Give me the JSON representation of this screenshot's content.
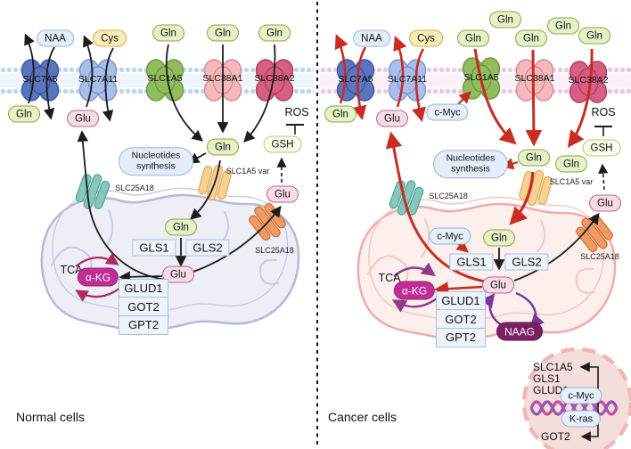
{
  "captions": {
    "normal": "Normal cells",
    "cancer": "Cancer cells"
  },
  "molecules": {
    "gln": "Gln",
    "glu": "Glu",
    "naa": "NAA",
    "cys": "Cys",
    "gsh": "GSH",
    "ros": "ROS",
    "akg": "α-KG",
    "naag": "NAAG",
    "tca": "TCA"
  },
  "genes": {
    "cmyc": "c-Myc",
    "kras": "K-ras"
  },
  "transporters": {
    "slc7a5": "SLC7A5",
    "slc7a11": "SLC7A11",
    "slc1a5": "SLC1A5",
    "slc38a1": "SLC38A1",
    "slc38a2": "SLC38A2",
    "slc25a18": "SLC25A18",
    "slc1a5_var": "SLC1A5 var"
  },
  "enzymes": {
    "gls1": "GLS1",
    "gls2": "GLS2",
    "glud1": "GLUD1",
    "got2": "GOT2",
    "gpt2": "GPT2"
  },
  "processes": {
    "nucleotide_synthesis": "Nucleotides synthesis"
  },
  "colors": {
    "membrane_normal": "#b9d8f0",
    "membrane_cancer": "#eac7e5",
    "arrow_black": "#1c1c1c",
    "arrow_red": "#c92c23",
    "arrow_purple": "#7b3598",
    "arrow_maroon": "#b12a5e",
    "arrow_magenta": "#913888",
    "mito_normal": "#eeeef7",
    "mito_cancer": "#fcefec",
    "akg_fill": "#bf2d95",
    "naag_fill": "#7b2063",
    "nucleus_fill": "#f4dedb",
    "gln_fill": "#e4f1c9",
    "glu_fill": "#f8dbe8"
  }
}
